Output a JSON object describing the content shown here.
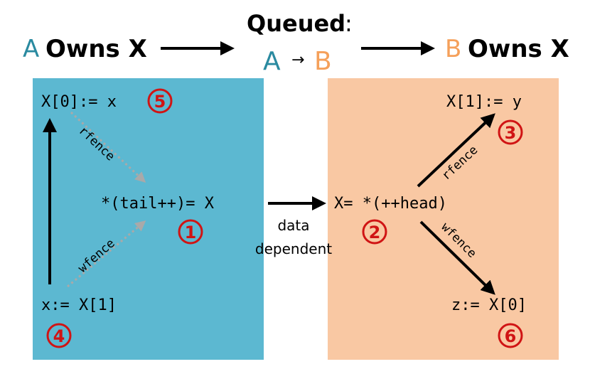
{
  "header": {
    "a_letter": "A",
    "owns_x_left": "Owns X",
    "queued_label": "Queued",
    "queued_colon": ":",
    "queued_a": "A",
    "queued_arrow": "→",
    "queued_b": "B",
    "b_letter": "B",
    "owns_x_right": "Owns X"
  },
  "panel_a": {
    "x0_assign": "X[0]:= x",
    "enqueue": "*(tail++)= X",
    "load_x1": "x:= X[1]",
    "rfence": "rfence",
    "wfence": "wfence",
    "badge_5": "5",
    "badge_1": "1",
    "badge_4": "4"
  },
  "middle": {
    "data_label": "data",
    "dependent_label": "dependent"
  },
  "panel_b": {
    "x1_assign": "X[1]:= y",
    "dequeue": "X= *(++head)",
    "load_x0": "z:= X[0]",
    "rfence": "rfence",
    "wfence": "wfence",
    "badge_3": "3",
    "badge_2": "2",
    "badge_6": "6"
  },
  "colors": {
    "panel_a_bg": "#5cb8d1",
    "panel_b_bg": "#f9c8a3",
    "a_color": "#2a8aa0",
    "b_color": "#f5a05a",
    "badge_red": "#d01414",
    "dotted_gray": "#a0a0a0"
  }
}
